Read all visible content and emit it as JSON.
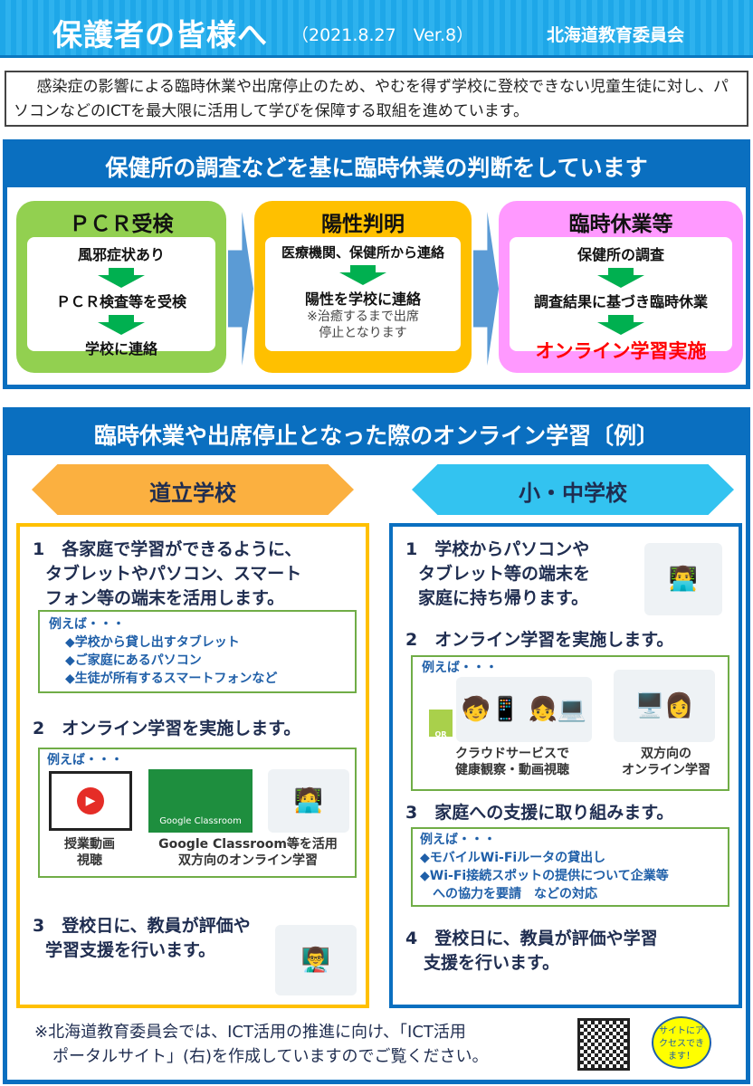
{
  "header": {
    "title": "保護者の皆様へ",
    "date": "（2021.8.27　Ver.8）",
    "org": "北海道教育委員会"
  },
  "intro": "感染症の影響による臨時休業や出席停止のため、やむを得ず学校に登校できない児童生徒に対し、パソコンなどのICTを最大限に活用して学びを保障する取組を進めています。",
  "section1": {
    "title": "保健所の調査などを基に臨時休業の判断をしています",
    "boxes": [
      {
        "title": "ＰＣＲ受検",
        "steps": [
          "風邪症状あり",
          "ＰＣＲ検査等を受検",
          "学校に連絡"
        ],
        "color": "#92d050"
      },
      {
        "title": "陽性判明",
        "steps": [
          "医療機関、保健所から連絡",
          "陽性を学校に連絡"
        ],
        "note": [
          "※治癒するまで出席",
          "停止となります"
        ],
        "color": "#ffc000"
      },
      {
        "title": "臨時休業等",
        "steps": [
          "保健所の調査",
          "調査結果に基づき臨時休業",
          "オンライン学習実施"
        ],
        "color": "#ff99ff",
        "highlight": "#ff0000"
      }
    ]
  },
  "section2": {
    "title": "臨時休業や出席停止となった際のオンライン学習〔例〕",
    "left": {
      "banner": "道立学校",
      "item1": [
        "1　各家庭で学習ができるように、",
        "タブレットやパソコン、スマート",
        "フォン等の端末を活用します。"
      ],
      "eg1": {
        "label": "例えば・・・",
        "items": [
          "◆学校から貸し出すタブレット",
          "◆ご家庭にあるパソコン",
          "◆生徒が所有するスマートフォンなど"
        ]
      },
      "item2": "2　オンライン学習を実施します。",
      "eg2": {
        "label": "例えば・・・",
        "cap1": [
          "授業動画",
          "視聴"
        ],
        "classroom": "Google Classroom",
        "cap2": [
          "Google Classroom等を活用",
          "双方向のオンライン学習"
        ]
      },
      "item3": [
        "3　登校日に、教員が評価や",
        "学習支援を行います。"
      ]
    },
    "right": {
      "banner": "小・中学校",
      "item1": [
        "1　学校からパソコンや",
        "タブレット等の端末を",
        "家庭に持ち帰ります。"
      ],
      "item2": "2　オンライン学習を実施します。",
      "eg2": {
        "label": "例えば・・・",
        "cap1": [
          "クラウドサービスで",
          "健康観察・動画視聴"
        ],
        "cap2": [
          "双方向の",
          "オンライン学習"
        ],
        "qr": "QR"
      },
      "item3": "3　家庭への支援に取り組みます。",
      "eg3": {
        "label": "例えば・・・",
        "items": [
          "◆モバイルWi-Fiルータの貸出し",
          "◆Wi-Fi接続スポットの提供について企業等",
          "　への協力を要請　などの対応"
        ]
      },
      "item4": [
        "4　登校日に、教員が評価や学習",
        "支援を行います。"
      ]
    }
  },
  "footer": {
    "text": [
      "※北海道教育委員会では、ICT活用の推進に向け、「ICT活用",
      "ポータルサイト」(右)を作成していますのでご覧ください。"
    ],
    "bubble": [
      "サイトにア",
      "クセスでき",
      "ます！"
    ]
  }
}
